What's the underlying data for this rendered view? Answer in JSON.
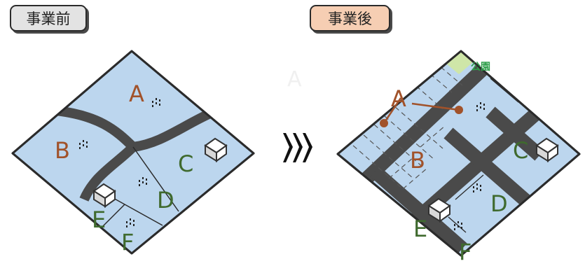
{
  "before": {
    "title": "事業前",
    "lots": [
      "A",
      "B",
      "C",
      "D",
      "E",
      "F"
    ]
  },
  "after": {
    "title": "事業後",
    "lots": [
      "A",
      "B",
      "C",
      "D",
      "E",
      "F"
    ],
    "park": "公園"
  },
  "colors": {
    "parcel": "#bcd6ee",
    "road": "#4a4a4a",
    "park": "#cfe6a8",
    "lot_brown": "#a1522a",
    "lot_green": "#3f6a2e",
    "park_text": "#2e9e4a"
  }
}
